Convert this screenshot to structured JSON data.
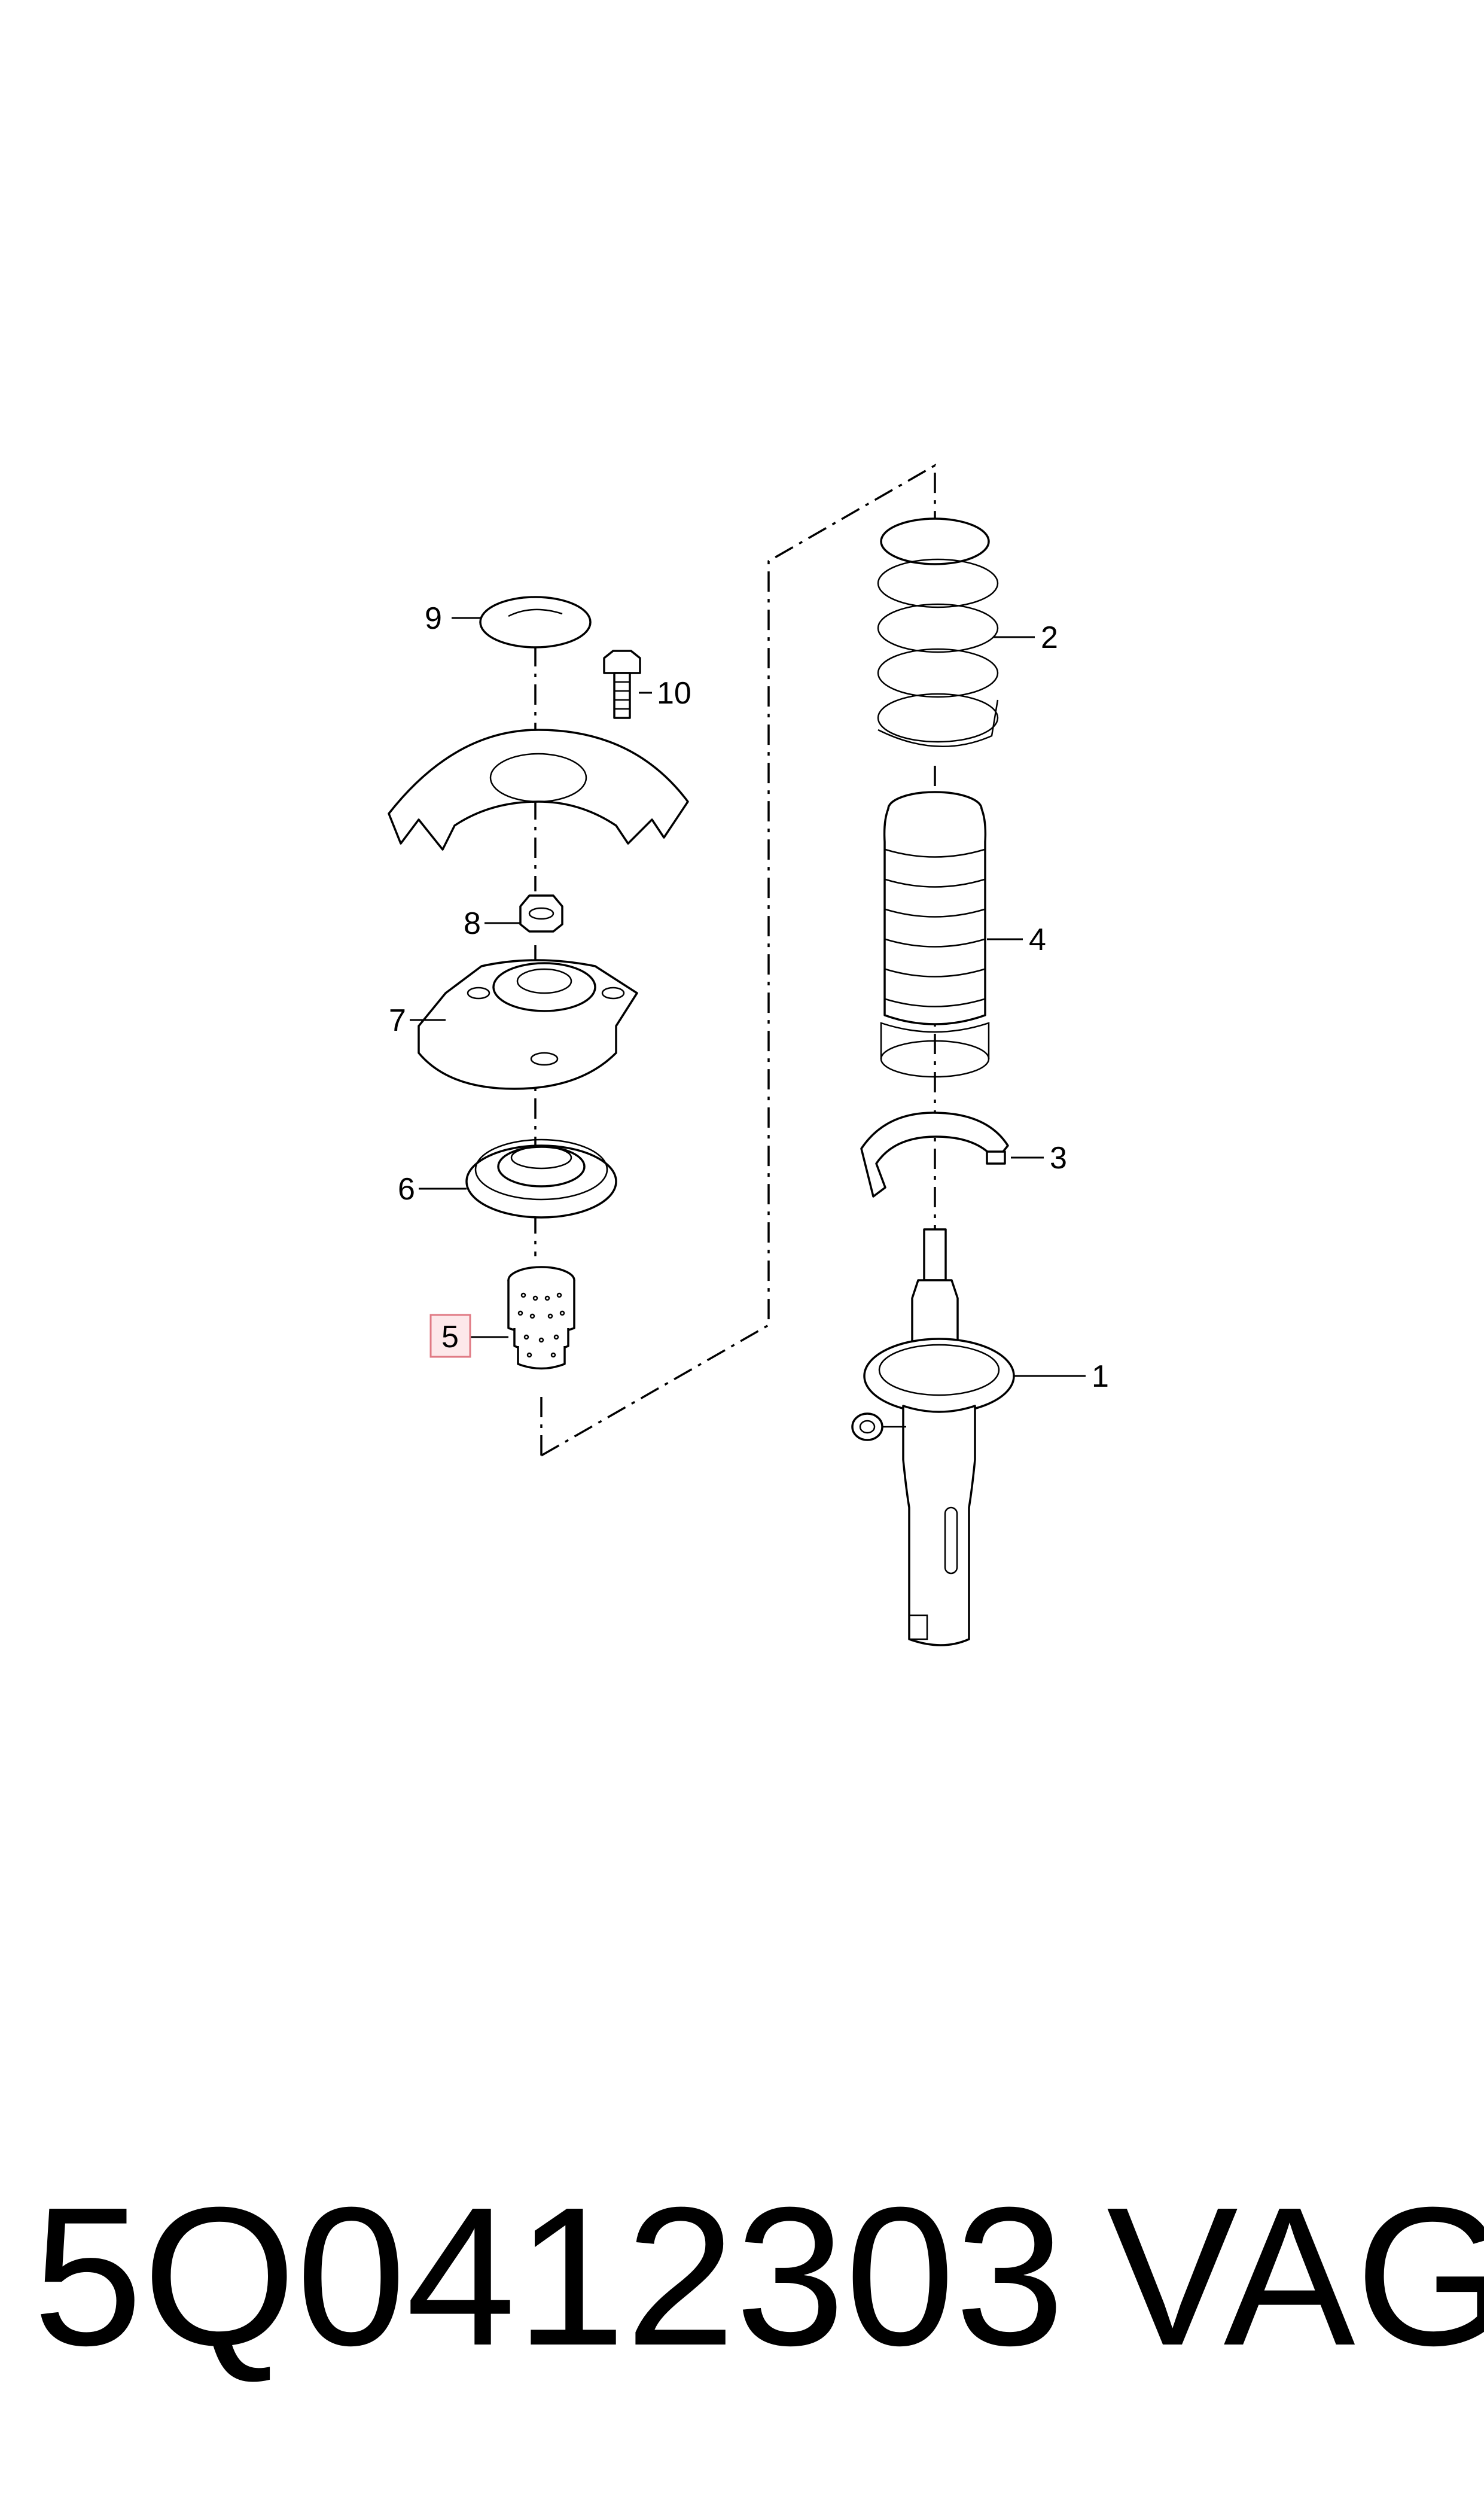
{
  "callouts": {
    "c1": "1",
    "c2": "2",
    "c3": "3",
    "c4": "4",
    "c5": "5",
    "c6": "6",
    "c7": "7",
    "c8": "8",
    "c9": "9",
    "c10": "10"
  },
  "highlighted_callout": "5",
  "highlight_color": "#e07a84",
  "caption": {
    "part_number": "5Q0412303",
    "brand": "VAG"
  }
}
